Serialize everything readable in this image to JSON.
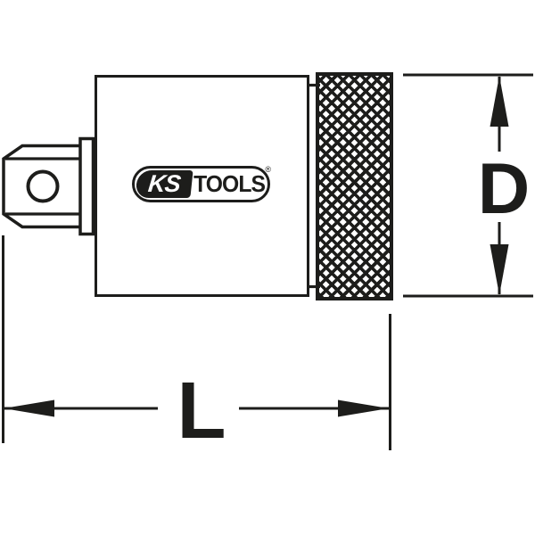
{
  "colors": {
    "ink": "#1d1d1b",
    "paper": "#ffffff"
  },
  "logo": {
    "ks": "KS",
    "tools": "TOOLS",
    "registered": "®"
  },
  "dimensions": {
    "diameter": "D",
    "length": "L"
  }
}
